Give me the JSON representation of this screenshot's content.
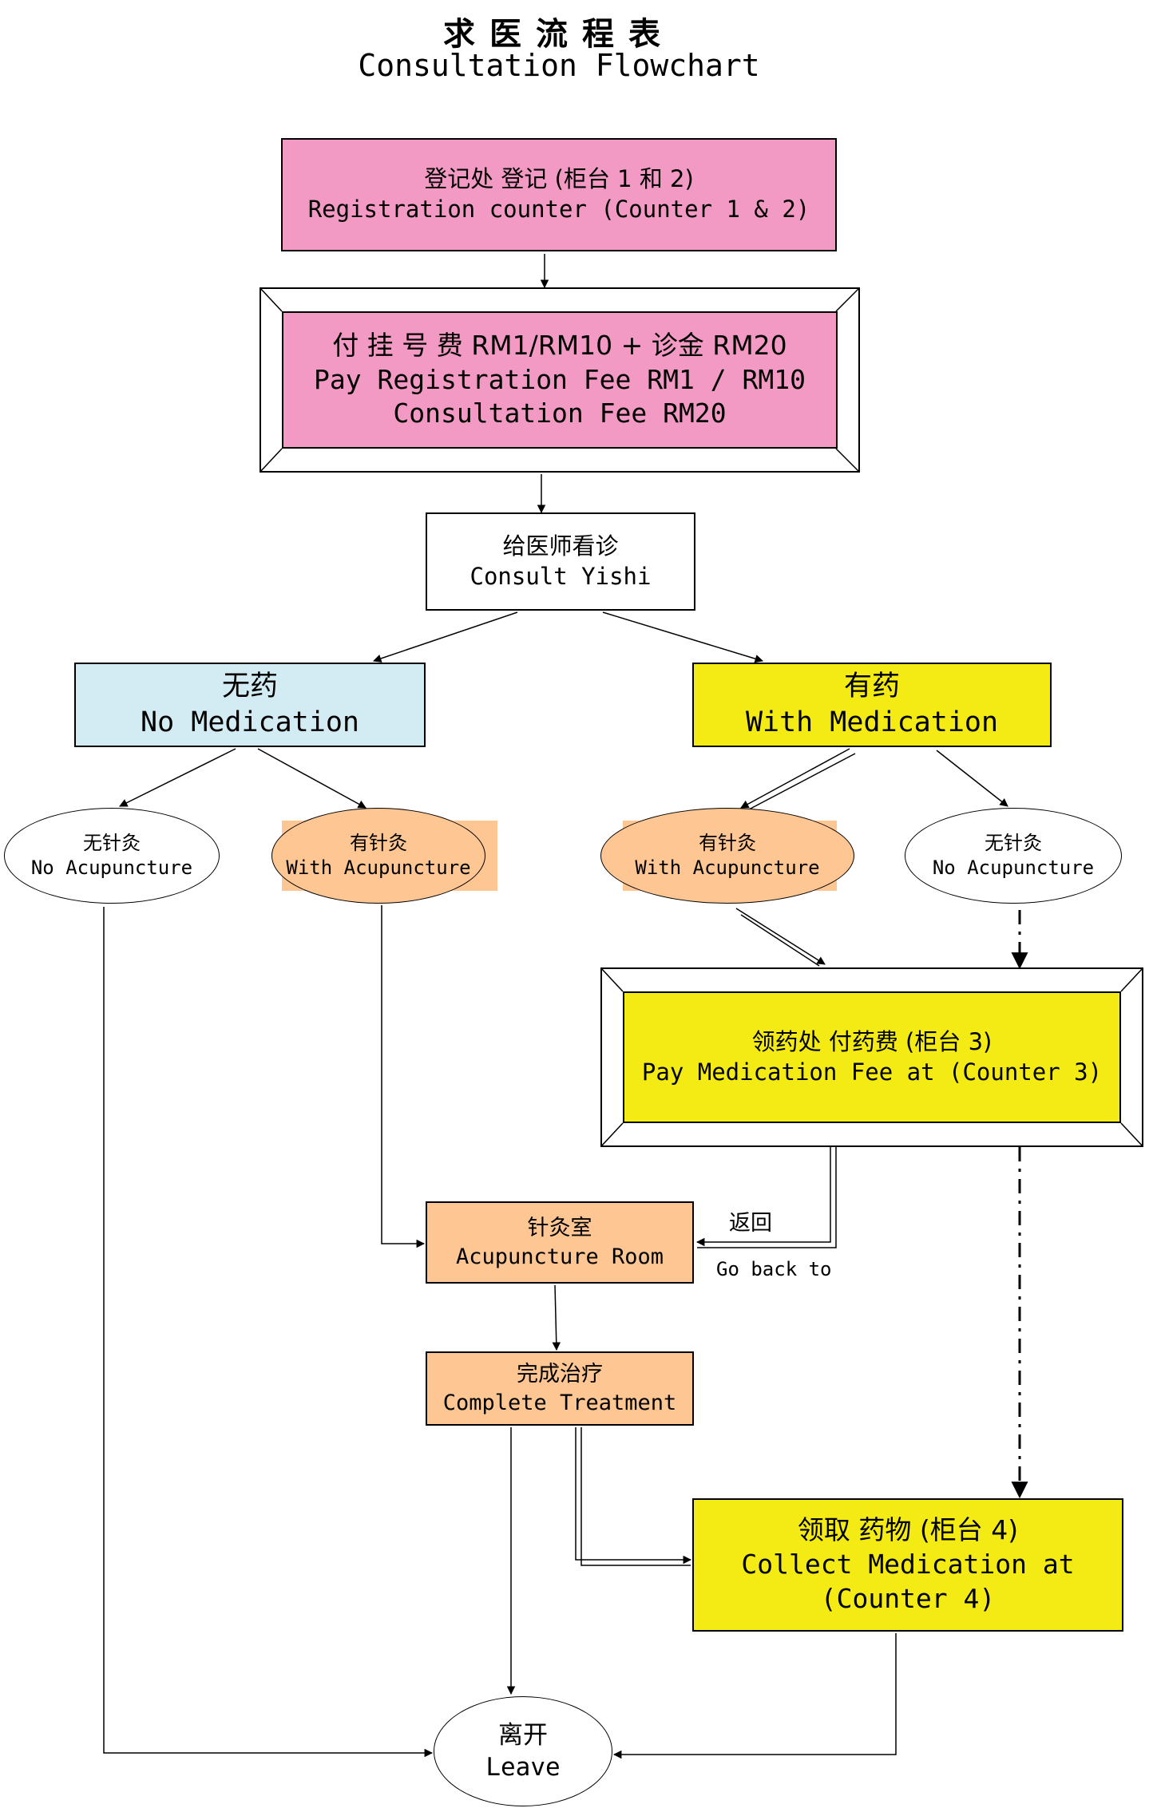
{
  "title": {
    "cn": "求医流程表",
    "en": "Consultation Flowchart"
  },
  "colors": {
    "pink": "#f29ac3",
    "light_blue": "#d3ecf3",
    "yellow": "#f4eb14",
    "peach": "#fdc692",
    "line": "#000000"
  },
  "nodes": {
    "registration": {
      "cn": "登记处 登记  (柜台 1 和 2)",
      "en": "Registration counter (Counter 1 & 2)"
    },
    "pay_fee": {
      "cn": "付 挂 号 费 RM1/RM10 + 诊金  RM20",
      "en1": "Pay Registration Fee RM1 / RM10",
      "en2": "Consultation Fee      RM20"
    },
    "consult": {
      "cn": "给医师看诊",
      "en": "Consult Yishi"
    },
    "no_medication": {
      "cn": "无药",
      "en": "No Medication"
    },
    "with_medication": {
      "cn": "有药",
      "en": "With Medication"
    },
    "nomed_no_acu": {
      "cn": "无针灸",
      "en": "No Acupuncture"
    },
    "nomed_with_acu": {
      "cn": "有针灸",
      "en": "With Acupuncture"
    },
    "med_with_acu": {
      "cn": "有针灸",
      "en": "With Acupuncture"
    },
    "med_no_acu": {
      "cn": "无针灸",
      "en": "No Acupuncture"
    },
    "pay_med": {
      "cn": "领药处 付药费 (柜台 3)",
      "en": "Pay Medication Fee at (Counter 3)"
    },
    "acu_room": {
      "cn": "针灸室",
      "en": "Acupuncture Room"
    },
    "complete": {
      "cn": "完成治疗",
      "en": "Complete Treatment"
    },
    "collect_med": {
      "cn": "领取 药物 (柜台 4)",
      "en1": "Collect Medication at",
      "en2": "(Counter 4)"
    },
    "leave": {
      "cn": "离开",
      "en": "Leave"
    }
  },
  "labels": {
    "go_back_cn": "返回",
    "go_back_en": "Go back to"
  }
}
